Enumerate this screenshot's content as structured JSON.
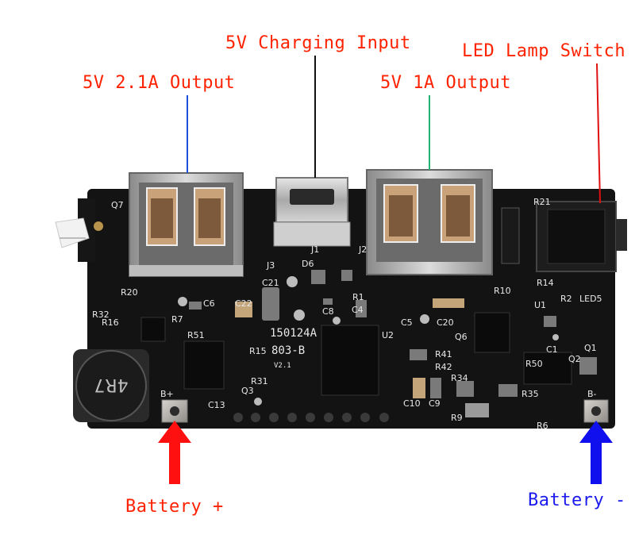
{
  "labels": {
    "out_21a": "5V 2.1A Output",
    "charging_input": "5V Charging Input",
    "out_1a": "5V 1A Output",
    "led_switch": "LED Lamp Switch",
    "battery_plus": "Battery +",
    "battery_minus": "Battery -"
  },
  "board_silkscreen": {
    "inductor": "4R7",
    "board_id": "150124A",
    "board_code": "803-B",
    "version": "V2.1",
    "components": [
      "J3",
      "D6",
      "J1",
      "J2",
      "C21",
      "C6",
      "C22",
      "C8",
      "C4",
      "R1",
      "C5",
      "C20",
      "U2",
      "U1",
      "Q6",
      "R41",
      "R42",
      "R34",
      "R9",
      "C10",
      "C9",
      "R35",
      "R6",
      "R50",
      "Q1",
      "Q2",
      "C1",
      "R51",
      "R15",
      "R31",
      "Q3",
      "C13",
      "R16",
      "R32",
      "R7",
      "Q7",
      "R20",
      "R21",
      "R10",
      "R14",
      "R2",
      "LED5",
      "B+",
      "B-"
    ]
  },
  "colors": {
    "label_text": "#ff2200",
    "leader_blue": "#1f4fd6",
    "leader_black": "#111111",
    "leader_green": "#22b573",
    "leader_red": "#e01010",
    "arrow_red": "#ff1010",
    "arrow_blue": "#1010ee",
    "battery_plus_text": "#ff2200",
    "battery_minus_text": "#1a1aee",
    "pcb": "#131313",
    "silkscreen": "#e8e8e8"
  }
}
